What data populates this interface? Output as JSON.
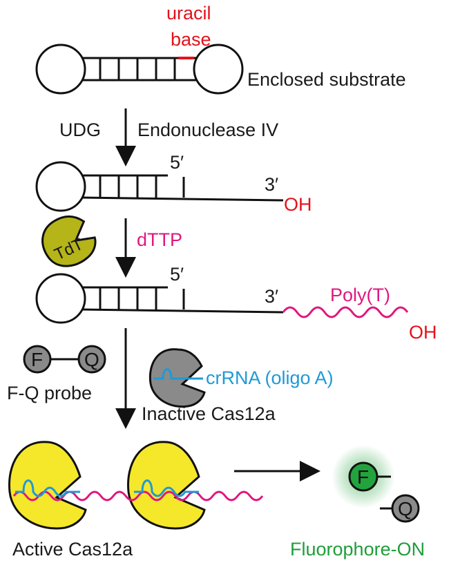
{
  "colors": {
    "red": "#e3121b",
    "pink": "#e0177e",
    "blue": "#1e9ad6",
    "green": "#1e9e3a",
    "cas_yellow": "#f5e72a",
    "tdt_olive": "#b5b418",
    "probe_gray": "#8a8a8a",
    "fluor_green": "#23a33e"
  },
  "labels": {
    "uracil_line1": "uracil",
    "uracil_line2": "base",
    "enclosed_substrate": "Enclosed substrate",
    "udg": "UDG",
    "endonuclease": "Endonuclease IV",
    "five_prime_1": "5′",
    "three_prime_1": "3′",
    "oh_1": "OH",
    "dttp": "dTTP",
    "tdt": "TdT",
    "five_prime_2": "5′",
    "three_prime_2": "3′",
    "poly_t": "Poly(T)",
    "oh_2": "OH",
    "probe_f": "F",
    "probe_q": "Q",
    "fq_probe": "F-Q probe",
    "crrna": "crRNA (oligo A)",
    "inactive_cas": "Inactive Cas12a",
    "active_cas": "Active Cas12a",
    "out_f": "F",
    "out_q": "Q",
    "fluorophore_on": "Fluorophore-ON"
  }
}
